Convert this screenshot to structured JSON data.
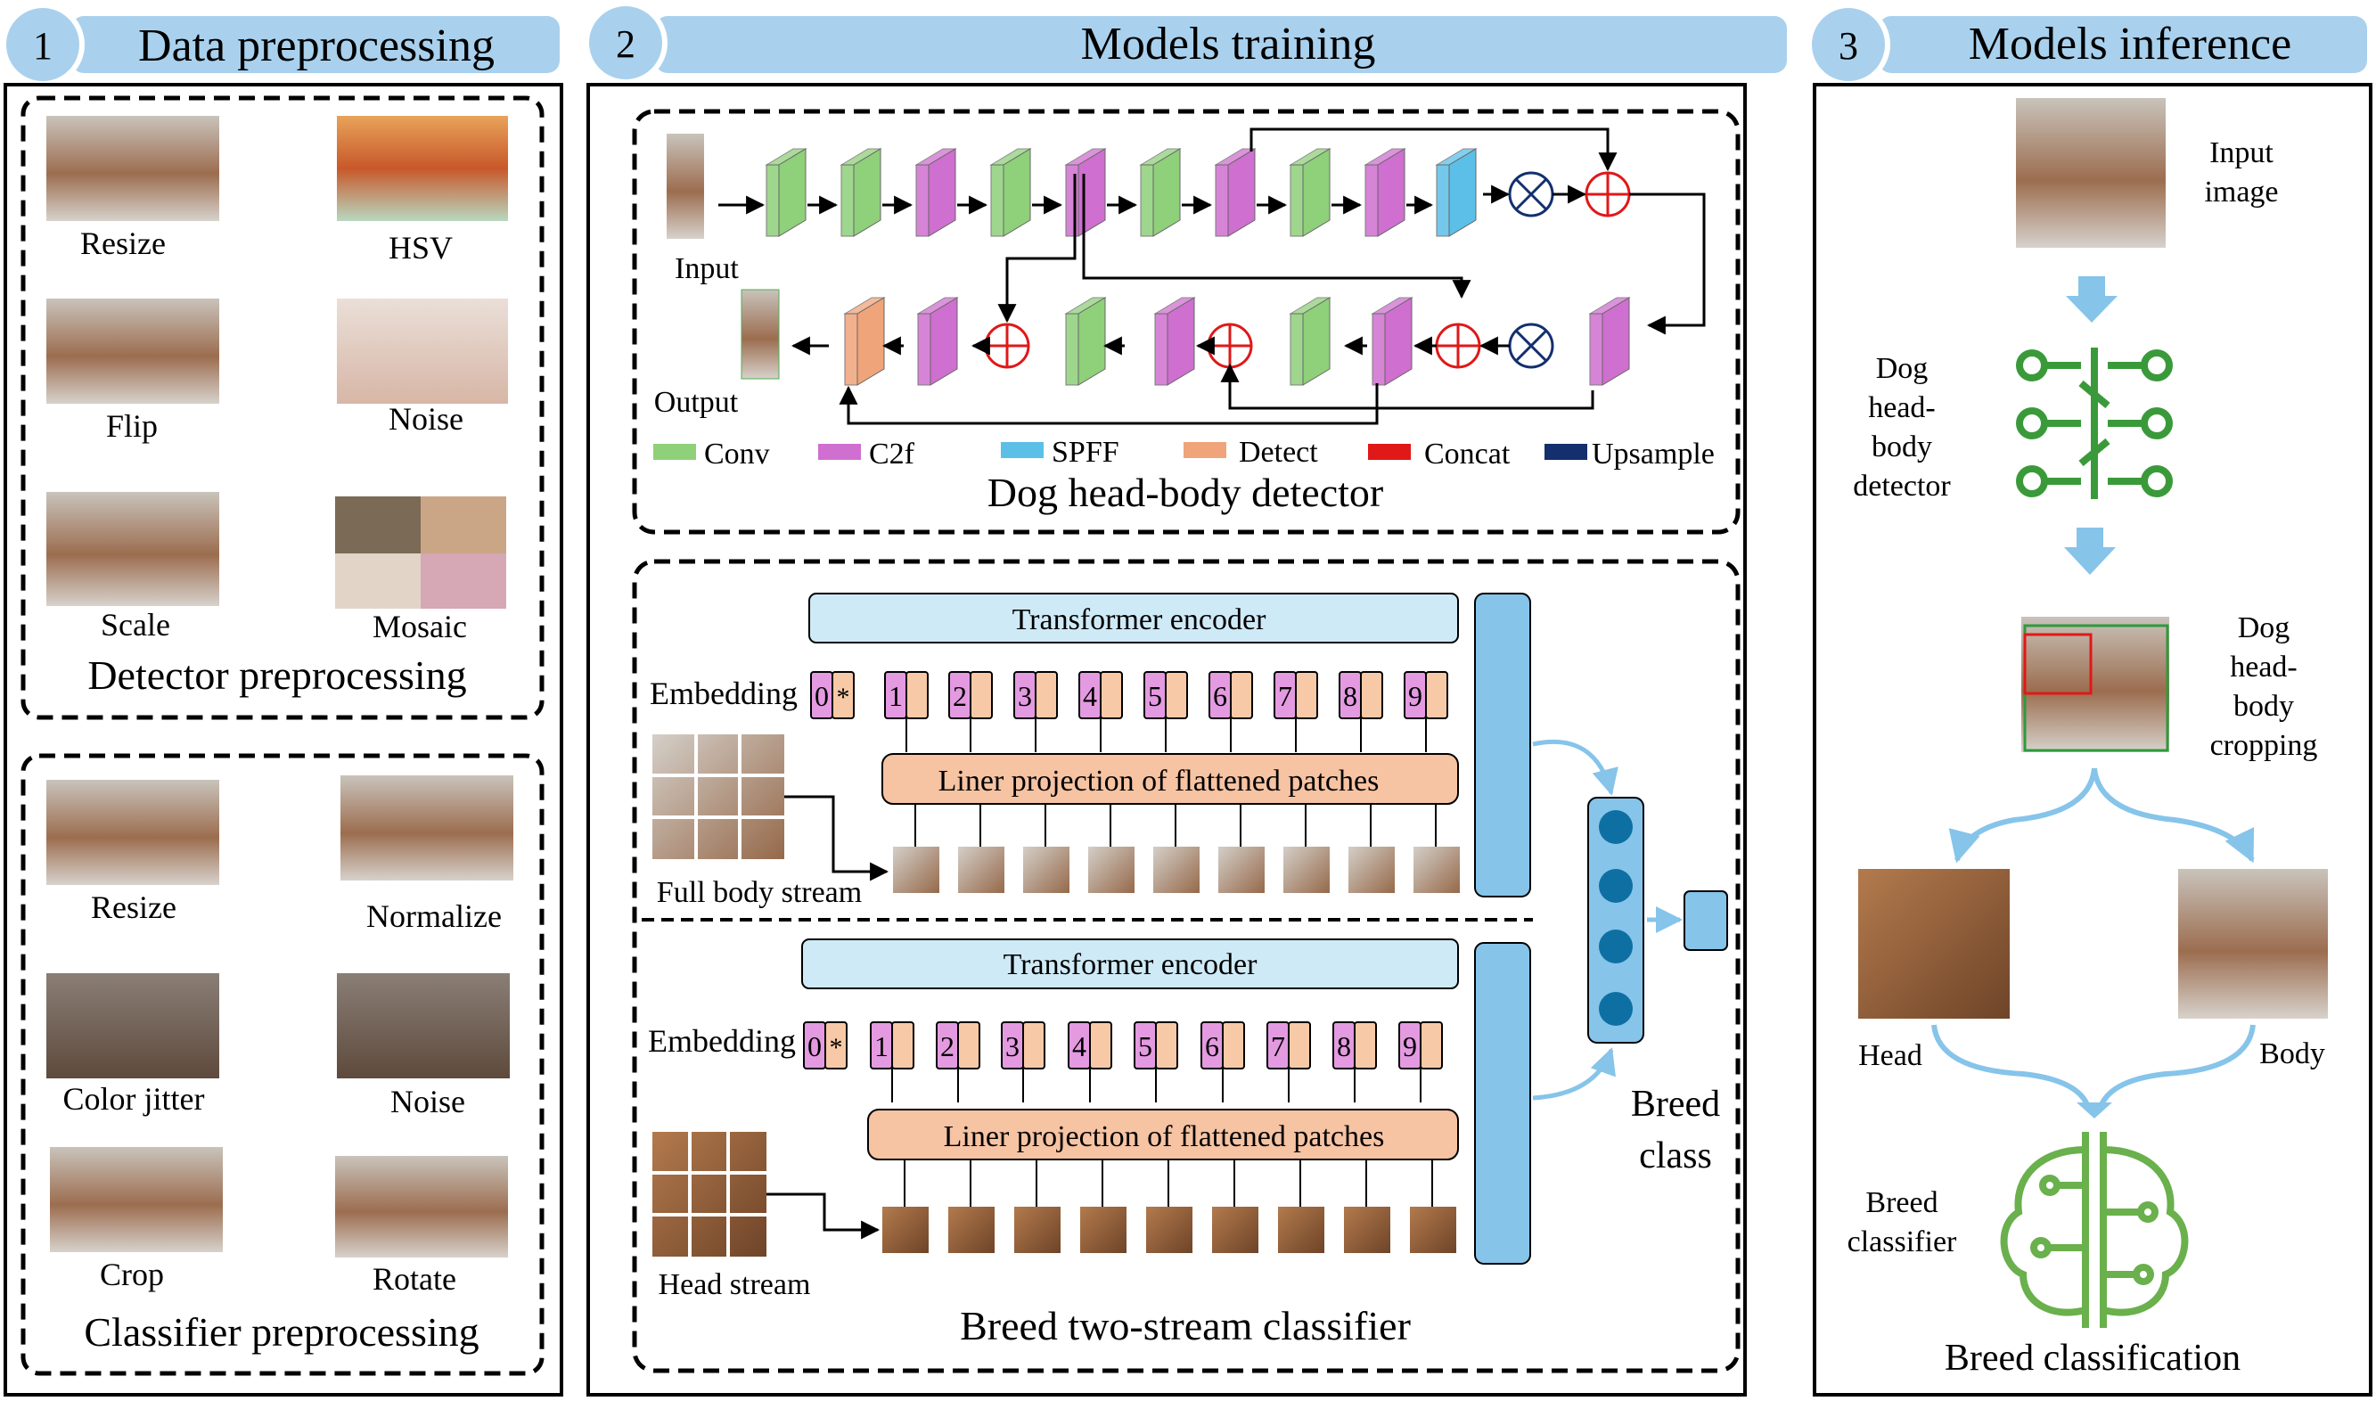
{
  "sections": [
    {
      "number": "1",
      "title": "Data preprocessing"
    },
    {
      "number": "2",
      "title": "Models training"
    },
    {
      "number": "3",
      "title": "Models inference"
    }
  ],
  "detector_preprocessing": {
    "title": "Detector preprocessing",
    "items": [
      "Resize",
      "HSV",
      "Flip",
      "Noise",
      "Scale",
      "Mosaic"
    ]
  },
  "classifier_preprocessing": {
    "title": "Classifier preprocessing",
    "items": [
      "Resize",
      "Normalize",
      "Color jitter",
      "Noise",
      "Crop",
      "Rotate"
    ]
  },
  "detector": {
    "title": "Dog head-body detector",
    "input_label": "Input",
    "output_label": "Output",
    "legend": [
      {
        "label": "Conv",
        "color": "#8fd07a"
      },
      {
        "label": "C2f",
        "color": "#cf6fcf"
      },
      {
        "label": "SPFF",
        "color": "#5bbfe8"
      },
      {
        "label": "Detect",
        "color": "#f0a47a"
      },
      {
        "label": "Concat",
        "color": "#e01818"
      },
      {
        "label": "Upsample",
        "color": "#132f6e"
      }
    ]
  },
  "classifier": {
    "title": "Breed two-stream classifier",
    "encoder_label": "Transformer encoder",
    "embedding_label": "Embedding",
    "projection_label": "Liner projection of flattened patches",
    "full_stream_label": "Full body stream",
    "head_stream_label": "Head stream",
    "tokens": [
      "0",
      "1",
      "2",
      "3",
      "4",
      "5",
      "6",
      "7",
      "8",
      "9"
    ],
    "cls_symbol": "*",
    "output_line1": "Breed",
    "output_line2": "class"
  },
  "inference": {
    "input_line1": "Input",
    "input_line2": "image",
    "detector_lines": [
      "Dog",
      "head-",
      "body",
      "detector"
    ],
    "cropping_lines": [
      "Dog",
      "head-",
      "body",
      "cropping"
    ],
    "head_label": "Head",
    "body_label": "Body",
    "classifier_lines": [
      "Breed",
      "classifier"
    ],
    "result_label": "Breed classification"
  },
  "colors": {
    "header_blue": "#a9d1ee",
    "arrow_blue": "#86c4ea",
    "encoder_fill": "#cfeaf7",
    "token_pink": "#e39ae0",
    "token_peach": "#f7c9a6",
    "projection_fill": "#f6c3a3",
    "icon_green": "#3a9a3a",
    "brain_green": "#6ab04c"
  }
}
